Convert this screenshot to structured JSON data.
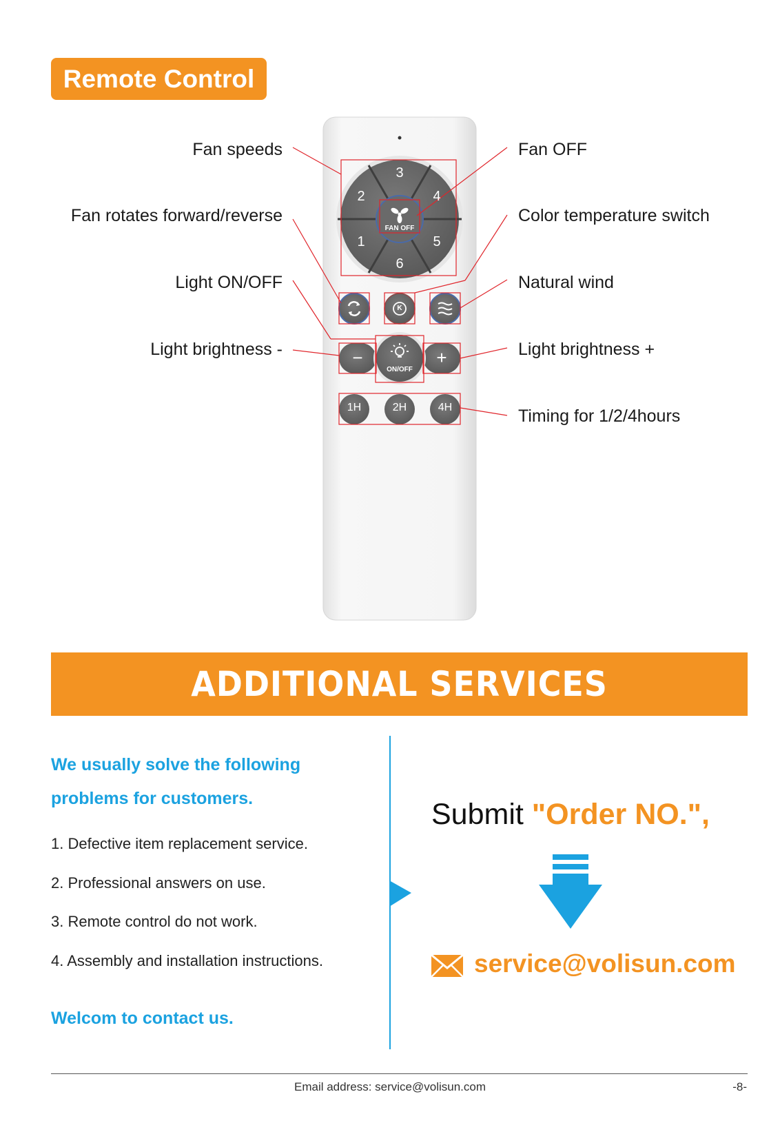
{
  "header": {
    "title": "Remote Control"
  },
  "remote": {
    "speed_buttons": [
      "3",
      "4",
      "5",
      "6",
      "1",
      "2"
    ],
    "fan_off_label": "FAN OFF",
    "light_label": "ON/OFF",
    "timer_buttons": [
      "1H",
      "2H",
      "4H"
    ],
    "minus_symbol": "−",
    "plus_symbol": "+",
    "color_temp_symbol": "K"
  },
  "callouts": {
    "fan_speeds": "Fan speeds",
    "fan_rotates": "Fan rotates forward/reverse",
    "light_onoff": "Light ON/OFF",
    "light_minus": "Light brightness -",
    "fan_off": "Fan OFF",
    "color_temp": "Color temperature switch",
    "natural_wind": "Natural wind",
    "light_plus": "Light brightness +",
    "timing": "Timing for 1/2/4hours"
  },
  "services": {
    "banner": "ADDITIONAL SERVICES",
    "intro_line1": "We usually solve the following",
    "intro_line2": "problems for customers.",
    "items": [
      "1. Defective item replacement service.",
      "2. Professional answers on use.",
      "3. Remote control do not work.",
      "4. Assembly and installation instructions."
    ],
    "closing": "Welcom to contact us.",
    "submit_prefix": "Submit ",
    "submit_highlight": "\"Order NO.\",",
    "email": "service@volisun.com"
  },
  "footer": {
    "email_line": "Email address: service@volisun.com",
    "page": "-8-"
  },
  "colors": {
    "accent_orange": "#f39322",
    "accent_blue": "#1ba2e0",
    "button_gray": "#6b6b6b",
    "callout_red": "#e0252b"
  }
}
